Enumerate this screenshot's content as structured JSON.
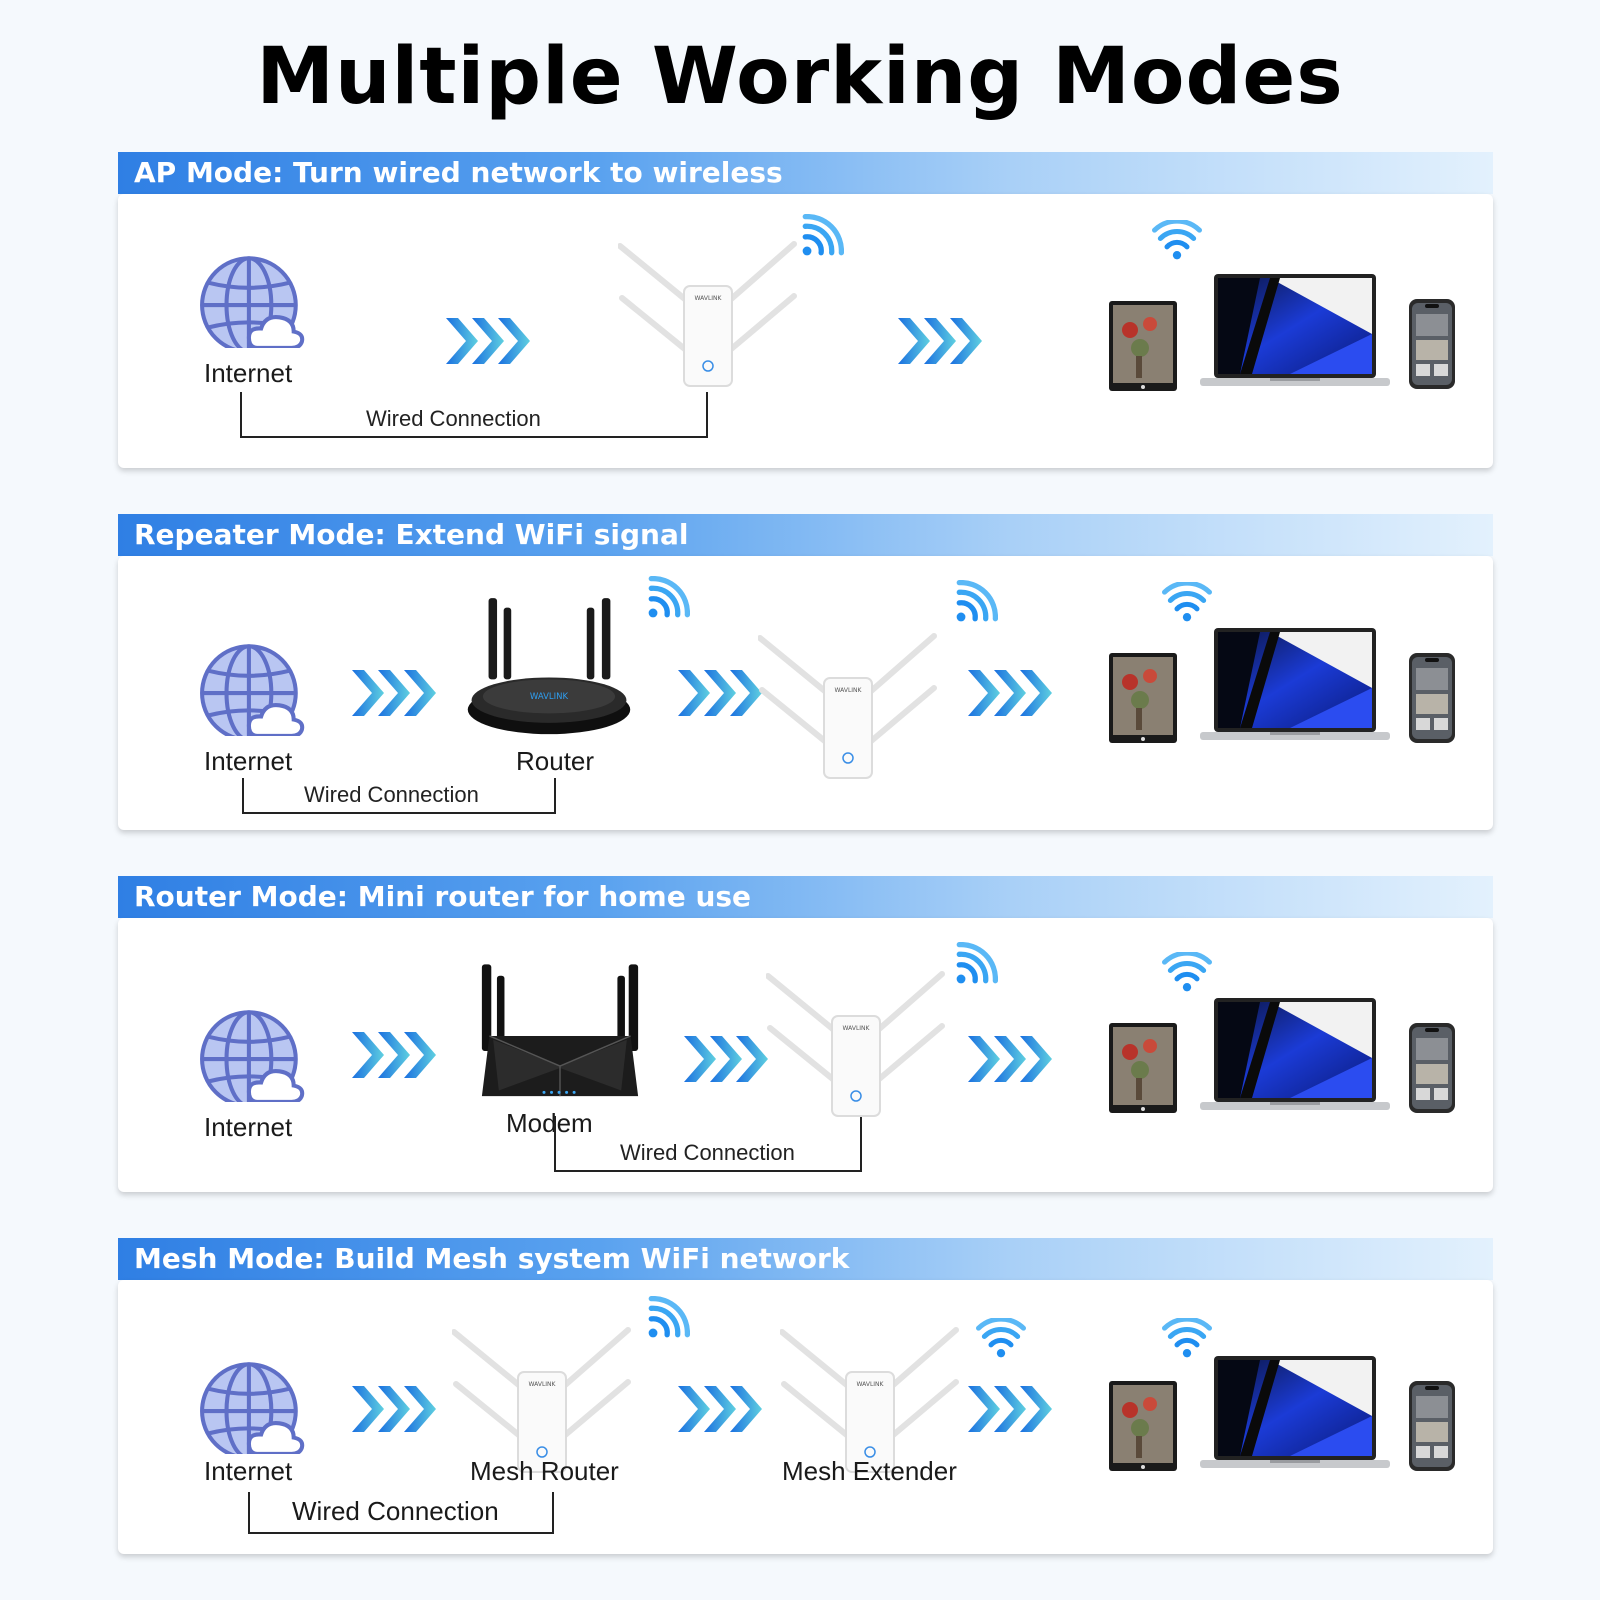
{
  "title": "Multiple Working Modes",
  "colors": {
    "banner_start": "#2f7fe4",
    "banner_end": "#e3f1fd",
    "arrow_start": "#1a6fe0",
    "arrow_end": "#5fd0e0",
    "wifi_blue": "#1f8ef0"
  },
  "modes": [
    {
      "heading": "AP Mode: Turn wired network to wireless",
      "devices": [
        "Internet"
      ],
      "wired_label": "Wired Connection"
    },
    {
      "heading": "Repeater Mode: Extend WiFi signal",
      "devices": [
        "Internet",
        "Router"
      ],
      "wired_label": "Wired Connection"
    },
    {
      "heading": "Router Mode: Mini router for home use",
      "devices": [
        "Internet",
        "Modem"
      ],
      "wired_label": "Wired Connection"
    },
    {
      "heading": "Mesh Mode: Build Mesh system WiFi network",
      "devices": [
        "Internet",
        "Mesh Router",
        "Mesh Extender"
      ],
      "wired_label": "Wired Connection"
    }
  ],
  "icons": [
    "globe-cloud-icon",
    "triple-chevron-arrow-icon",
    "wifi-signal-icon",
    "extender-device-icon",
    "router-icon",
    "modem-router-icon",
    "tablet-icon",
    "laptop-icon",
    "phone-icon"
  ],
  "brand_text": "WAVLINK"
}
